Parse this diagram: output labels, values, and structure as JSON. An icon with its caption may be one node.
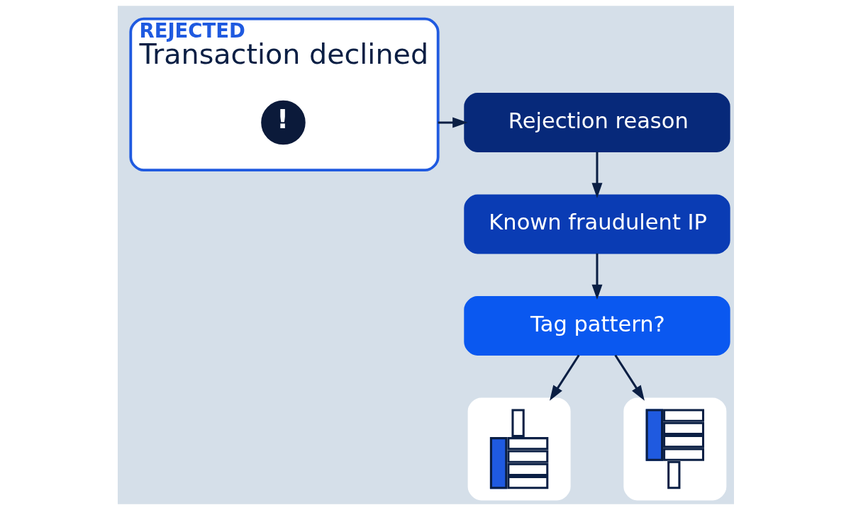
{
  "diagram": {
    "nodes": [
      {
        "text": [
          "REJECTED",
          "Transaction declined"
        ]
      },
      {
        "text": [
          "!"
        ],
        "in": 0
      },
      {
        "text": [
          "Rejection reason"
        ]
      },
      {
        "text": [
          "Known fraudulent IP"
        ]
      },
      {
        "text": [
          "Tag pattern?"
        ]
      },
      {
        "text": [],
        "shape": "picture"
      },
      {
        "text": [],
        "shape": "picture"
      }
    ],
    "edges": [
      {
        "from": 0,
        "to": 2,
        "arrow": "to"
      },
      {
        "from": 2,
        "to": 3,
        "arrow": "to"
      },
      {
        "from": 3,
        "to": 4,
        "arrow": "to"
      },
      {
        "from": 4,
        "to": 5,
        "arrow": "to"
      },
      {
        "from": 4,
        "to": 6,
        "arrow": "to"
      }
    ]
  }
}
